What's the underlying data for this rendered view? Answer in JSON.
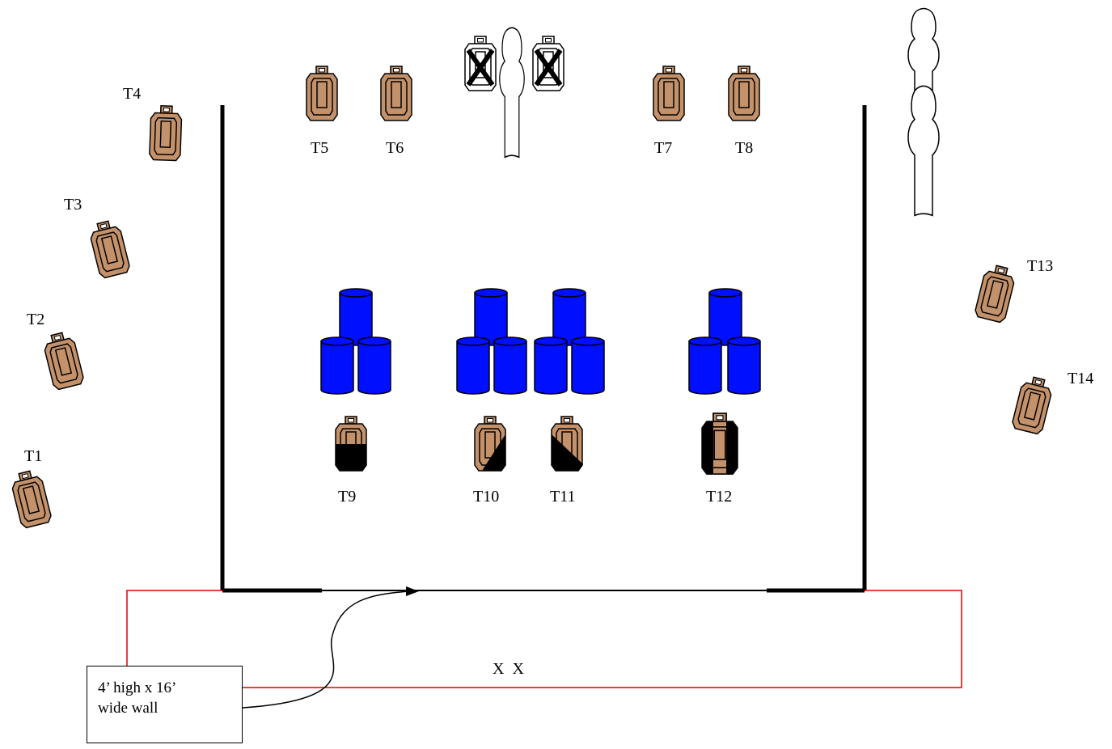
{
  "colors": {
    "target": "#c4926a",
    "barrel": "#0010ff",
    "wall": "#000000",
    "fault_line": "#e00000",
    "hardcover": "#000000"
  },
  "targets": {
    "T1": "T1",
    "T2": "T2",
    "T3": "T3",
    "T4": "T4",
    "T5": "T5",
    "T6": "T6",
    "T7": "T7",
    "T8": "T8",
    "T9": "T9",
    "T10": "T10",
    "T11": "T11",
    "T12": "T12",
    "T13": "T13",
    "T14": "T14"
  },
  "shooting_positions": "X  X",
  "callout": {
    "line1": "4’ high x 16’",
    "line2": "wide wall"
  },
  "icons": [
    "paper-target-icon",
    "no-shoot-target-icon",
    "steel-popper-icon",
    "barrel-icon",
    "hardcover-target-icon"
  ]
}
